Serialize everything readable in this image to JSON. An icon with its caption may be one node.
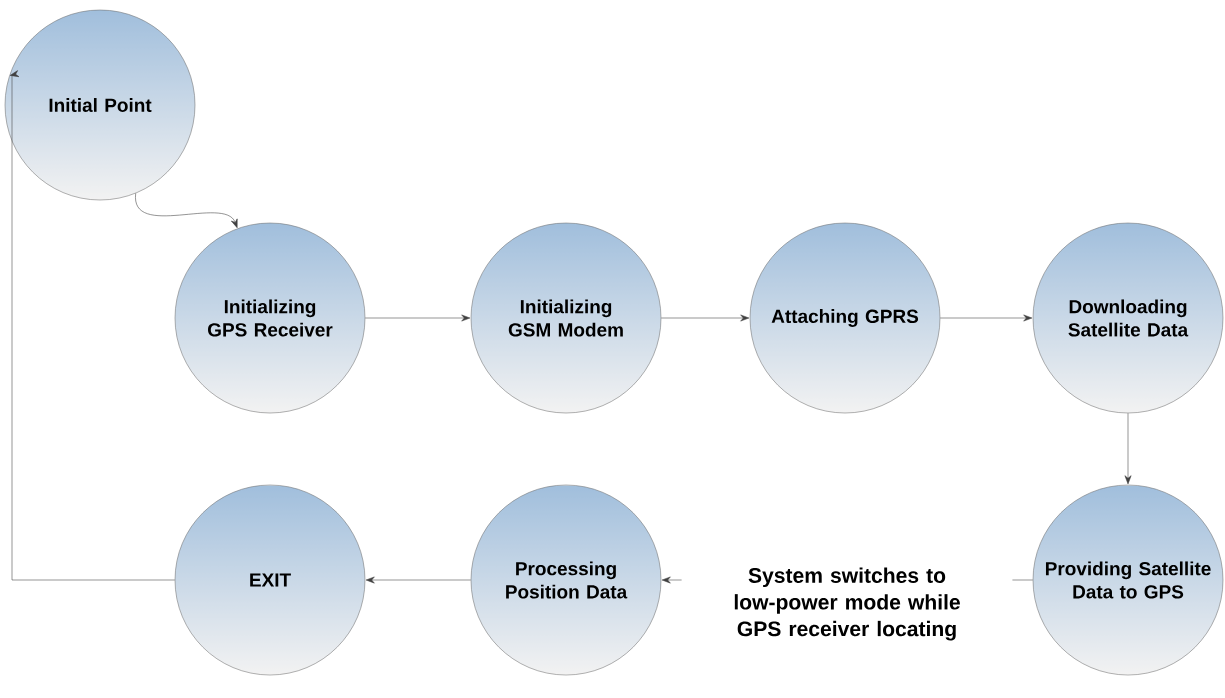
{
  "diagram": {
    "nodes": [
      {
        "text": [
          "Initial Point"
        ]
      },
      {
        "text": [
          "Initializing GPS Receiver"
        ]
      },
      {
        "text": [
          "Initializing GSM Modem"
        ]
      },
      {
        "text": [
          "Attaching GPRS"
        ]
      },
      {
        "text": [
          "Downloading Satellite Data"
        ]
      },
      {
        "text": [
          "Providing Satellite Data to GPS"
        ]
      },
      {
        "text": [
          "Processing Position Data"
        ]
      },
      {
        "text": [
          "EXIT"
        ]
      }
    ],
    "edges": [
      {
        "from": 0,
        "to": 1,
        "arrow": "to"
      },
      {
        "from": 1,
        "to": 2,
        "arrow": "to"
      },
      {
        "from": 2,
        "to": 3,
        "arrow": "to"
      },
      {
        "from": 3,
        "to": 4,
        "arrow": "to"
      },
      {
        "from": 4,
        "to": 5,
        "arrow": "to"
      },
      {
        "from": 5,
        "to": 6,
        "arrow": "to",
        "label": "System switches to low-power mode while GPS receiver locating"
      },
      {
        "from": 6,
        "to": 7,
        "arrow": "to"
      },
      {
        "from": 7,
        "to": 0,
        "arrow": "to"
      }
    ]
  }
}
